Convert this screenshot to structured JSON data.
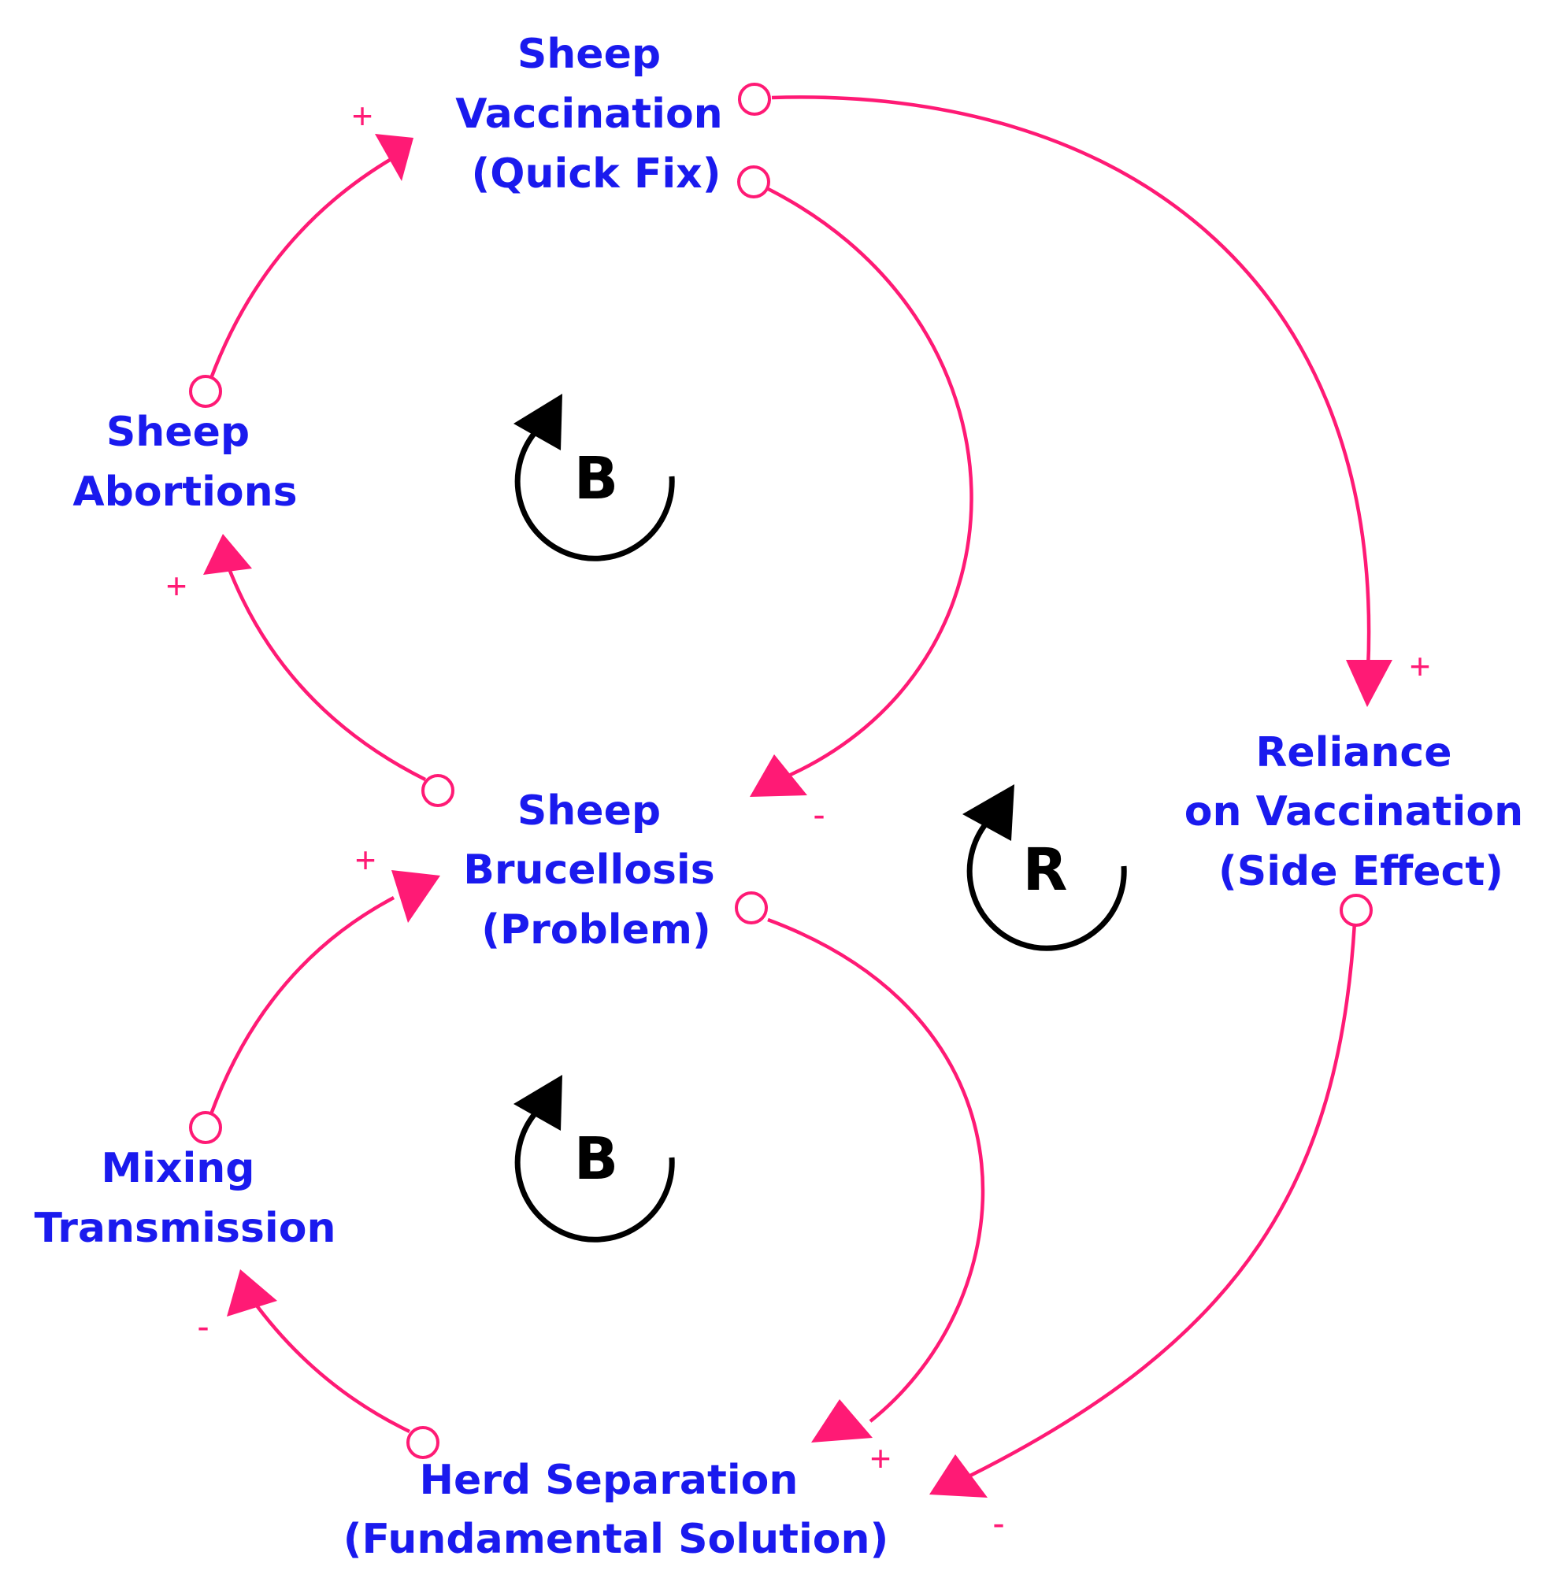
{
  "colors": {
    "node_text": "#1a1aee",
    "link": "#ff1a75",
    "loop_marker": "#000000"
  },
  "nodes": {
    "sheep_vaccination": [
      "Sheep",
      "Vaccination",
      "(Quick Fix)"
    ],
    "sheep_abortions": [
      "Sheep",
      "Abortions"
    ],
    "sheep_brucellosis": [
      "Sheep",
      "Brucellosis",
      "(Problem)"
    ],
    "reliance_on_vaccination": [
      "Reliance",
      "on Vaccination",
      "(Side Effect)"
    ],
    "mixing_transmission": [
      "Mixing",
      "Transmission"
    ],
    "herd_separation": [
      "Herd Separation",
      "(Fundamental Solution)"
    ]
  },
  "links": [
    {
      "from": "Sheep Abortions",
      "to": "Sheep Vaccination",
      "polarity": "+"
    },
    {
      "from": "Sheep Vaccination",
      "to": "Sheep Brucellosis",
      "polarity": "-"
    },
    {
      "from": "Sheep Brucellosis",
      "to": "Sheep Abortions",
      "polarity": "+"
    },
    {
      "from": "Sheep Vaccination",
      "to": "Reliance on Vaccination",
      "polarity": "+"
    },
    {
      "from": "Reliance on Vaccination",
      "to": "Herd Separation",
      "polarity": "-"
    },
    {
      "from": "Sheep Brucellosis",
      "to": "Herd Separation",
      "polarity": "+"
    },
    {
      "from": "Herd Separation",
      "to": "Mixing Transmission",
      "polarity": "-"
    },
    {
      "from": "Mixing Transmission",
      "to": "Sheep Brucellosis",
      "polarity": "+"
    }
  ],
  "loops": [
    {
      "letter": "B"
    },
    {
      "letter": "R"
    },
    {
      "letter": "B"
    }
  ]
}
